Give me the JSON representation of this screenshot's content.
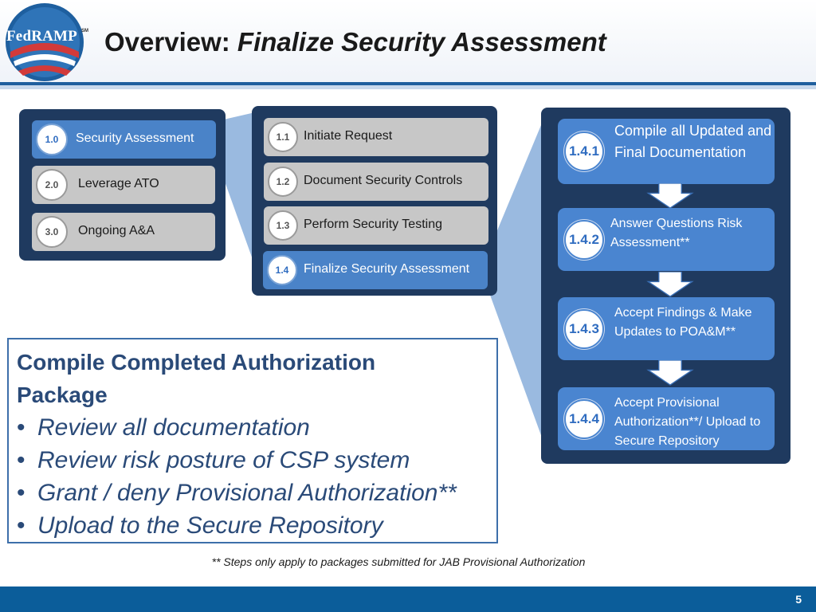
{
  "header": {
    "logo_text": "FedRAMP",
    "logo_mark": "SM",
    "title_prefix": "Overview:",
    "title_emphasis": "Finalize Security Assessment"
  },
  "phases": [
    {
      "number": "1.0",
      "label": "Security Assessment",
      "active": true
    },
    {
      "number": "2.0",
      "label": "Leverage ATO",
      "active": false
    },
    {
      "number": "3.0",
      "label": "Ongoing A&A",
      "active": false
    }
  ],
  "steps": [
    {
      "number": "1.1",
      "label": "Initiate Request",
      "active": false
    },
    {
      "number": "1.2",
      "label": "Document Security Controls",
      "active": false
    },
    {
      "number": "1.3",
      "label": "Perform Security Testing",
      "active": false
    },
    {
      "number": "1.4",
      "label": "Finalize Security Assessment",
      "active": true
    }
  ],
  "substeps": [
    {
      "number": "1.4.1",
      "label": "Compile all Updated and Final Documentation"
    },
    {
      "number": "1.4.2",
      "label": "Answer Questions Risk Assessment**"
    },
    {
      "number": "1.4.3",
      "label": "Accept Findings & Make Updates to POA&M**"
    },
    {
      "number": "1.4.4",
      "label": "Accept Provisional Authorization**/ Upload to Secure Repository"
    }
  ],
  "summary": {
    "heading": "Compile Completed Authorization Package",
    "bullets": [
      "Review all documentation",
      "Review risk posture of CSP system",
      "Grant / deny Provisional Authorization**",
      "Upload to the Secure Repository"
    ]
  },
  "footnote": "** Steps only apply to packages submitted for JAB Provisional Authorization",
  "page_number": "5",
  "colors": {
    "navy": "#1f3a5f",
    "active_blue": "#4a83c8",
    "inactive_gray": "#c7c7c7",
    "footer_blue": "#0b5d9a",
    "heading_blue": "#2a4a78"
  }
}
